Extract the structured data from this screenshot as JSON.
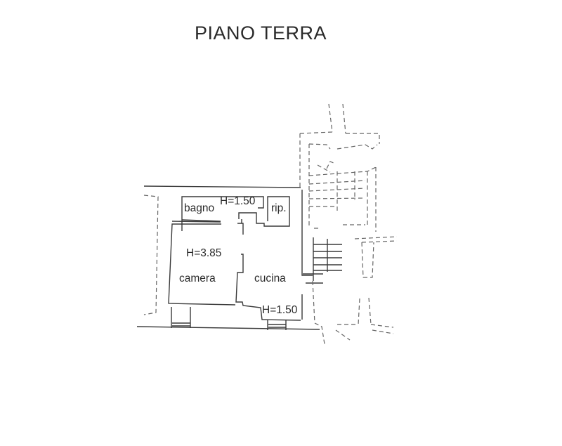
{
  "plan": {
    "title": "PIANO TERRA",
    "rooms": [
      {
        "id": "bagno",
        "label": "bagno"
      },
      {
        "id": "ripostiglio",
        "label": "rip."
      },
      {
        "id": "camera",
        "label": "camera"
      },
      {
        "id": "cucina",
        "label": "cucina"
      }
    ],
    "heights": [
      {
        "id": "h-bagno",
        "label": "H=1.50"
      },
      {
        "id": "h-camera",
        "label": "H=3.85"
      },
      {
        "id": "h-cucina",
        "label": "H=1.50"
      }
    ],
    "colors": {
      "line": "#3a3a3a",
      "dashed": "#666666",
      "background": "#ffffff"
    }
  }
}
